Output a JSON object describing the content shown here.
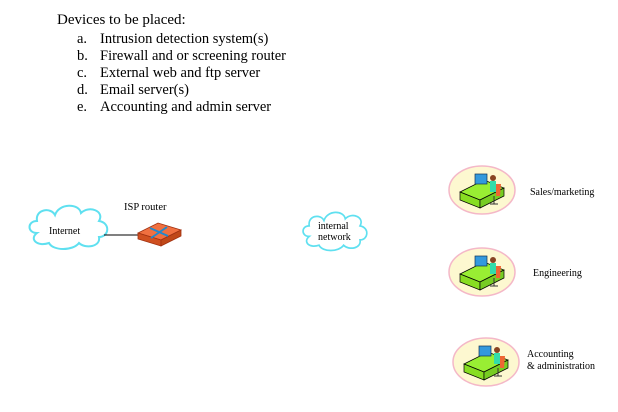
{
  "heading": "Devices to be placed:",
  "devices": [
    {
      "marker": "a.",
      "label": "Intrusion detection system(s)"
    },
    {
      "marker": "b.",
      "label": "Firewall and or screening router"
    },
    {
      "marker": "c.",
      "label": "External web and ftp server"
    },
    {
      "marker": "d.",
      "label": "Email server(s)"
    },
    {
      "marker": "e.",
      "label": "Accounting and admin server"
    }
  ],
  "diagram": {
    "internet": "Internet",
    "isp_router": "ISP router",
    "internal_network_line1": "internal",
    "internal_network_line2": "network",
    "departments": [
      {
        "line1": "Sales/marketing",
        "line2": ""
      },
      {
        "line1": "Engineering",
        "line2": ""
      },
      {
        "line1": "Accounting",
        "line2": "& administration"
      }
    ]
  },
  "colors": {
    "cloud": "#5fe0f0",
    "router": "#f07040",
    "desk": "#99ee33",
    "workstation_bg": "#fdf8d0",
    "workstation_border": "#f4b8c8"
  }
}
